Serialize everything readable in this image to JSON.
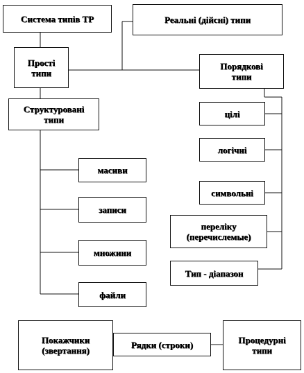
{
  "nodes": {
    "type_system": "Система типів TP",
    "real_types": "Реальні (дійсні) типи",
    "simple_types": [
      "Прості",
      "типи"
    ],
    "ordinal_types": [
      "Порядкові",
      "типи"
    ],
    "structured_types": [
      "Структуровані",
      "типи"
    ],
    "integer": "цілі",
    "boolean": "логічні",
    "char": "символьні",
    "enum": [
      "переліку",
      "(перечислемые)"
    ],
    "range": "Тип - діапазон",
    "arrays": "масиви",
    "records": "записи",
    "sets": "множини",
    "files": "файли",
    "pointers": [
      "Покажчики",
      "(звертання)"
    ],
    "strings": "Рядки (строки)",
    "procedural": [
      "Процедурні",
      "типи"
    ]
  }
}
